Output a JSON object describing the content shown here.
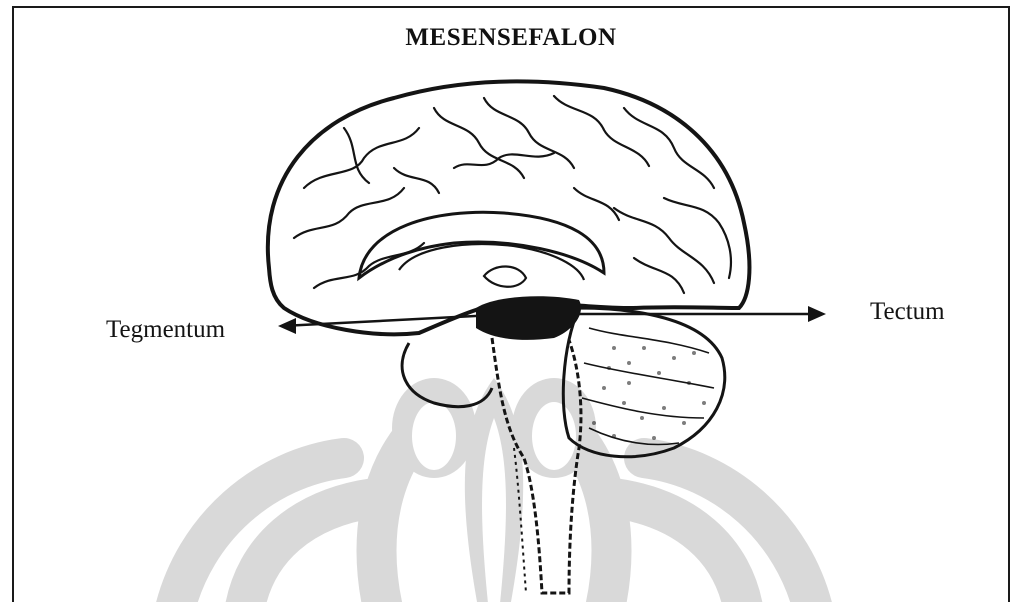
{
  "diagram": {
    "title": "MESENSEFALON",
    "labels": {
      "left": "Tegmentum",
      "right": "Tectum"
    }
  },
  "colors": {
    "ink": "#141414",
    "watermark": "#d9d9d9",
    "background": "#ffffff"
  }
}
